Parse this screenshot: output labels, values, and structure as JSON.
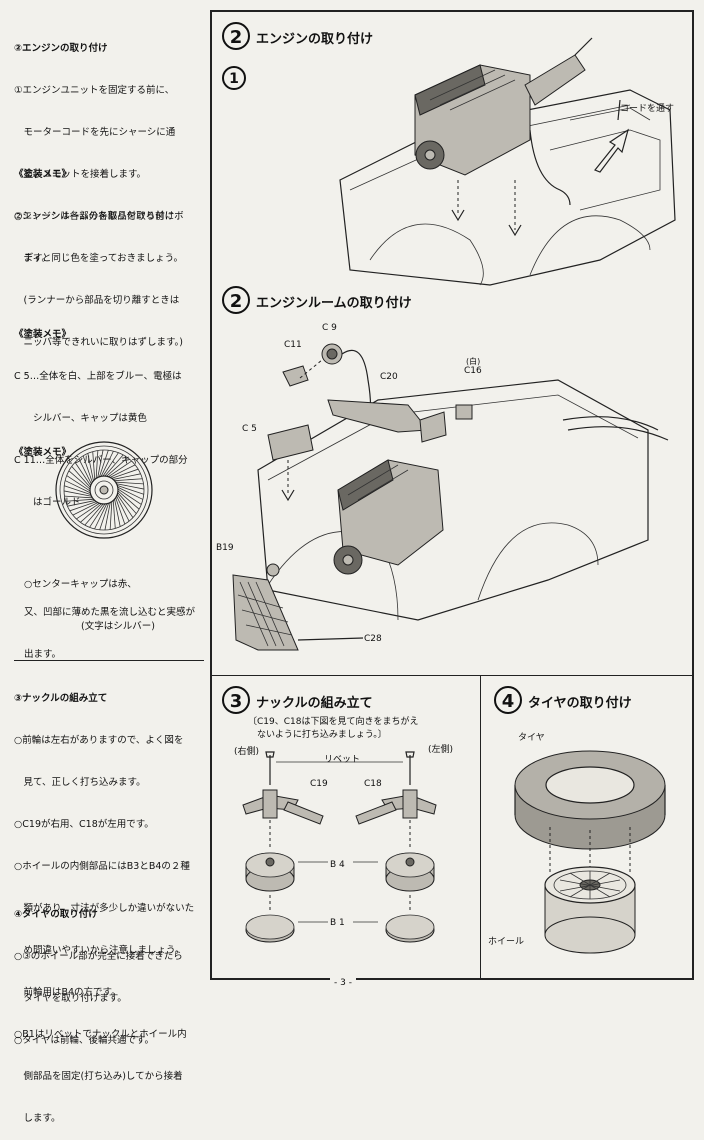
{
  "left_notes": {
    "engine": {
      "title": "②エンジンの取り付け",
      "lines": [
        "①エンジンユニットを固定する前に、",
        "　モーターコードを先にシャーシに通",
        "　し、ユニットを接着します。",
        "②エンジンルームの各部品を取り付け",
        "　ます。",
        "　(ランナーから部品を切り離すときは",
        "　ニッパ等できれいに取りはずします。)"
      ]
    },
    "paint1": {
      "title": "《塗装メモ》",
      "lines": [
        "○シャーシは各部分を取り付ける前にボ",
        "　ディと同じ色を塗っておきましょう。"
      ]
    },
    "paint2": {
      "title": "《塗装メモ》",
      "lines": [
        "C 5…全体を白、上部をブルー、電極は",
        "　　シルバー、キャップは黄色",
        "C 11…全体をシルバー、キャップの部分",
        "　　はゴールド"
      ]
    },
    "paint3": {
      "title": "《塗装メモ》",
      "lines": [
        "○センターキャップは赤、",
        "　　　　　　(文字はシルバー)",
        "又、凹部に薄めた黒を流し込むと実感が",
        "出ます。"
      ]
    },
    "knuckle": {
      "title": "③ナックルの組み立て",
      "lines": [
        "○前輪は左右がありますので、よく図を",
        "　見て、正しく打ち込みます。",
        "○C19が右用、C18が左用です。",
        "○ホイールの内側部品にはB3とB4の２種",
        "　類があり、寸法が多少しか違いがないた",
        "　め間違いやすいから注意しましょう。",
        "　前輪用はB4の方です。",
        "○B1はリベットでナックルとホイール内",
        "　側部品を固定(打ち込み)してから接着",
        "　します。"
      ]
    },
    "tire": {
      "title": "④タイヤの取り付け",
      "lines": [
        "○③のホイール部が完全に接着できたら",
        "　タイヤを取り付けます。",
        "○タイヤは前輪、後輪共通です。"
      ]
    }
  },
  "steps": {
    "s2a": {
      "num": "2",
      "title": "エンジンの取り付け",
      "sub": "1",
      "cord_label": "コードを通す"
    },
    "s2b": {
      "num": "2",
      "title": "エンジンルームの取り付け",
      "parts": {
        "c9": "C 9",
        "c11": "C11",
        "c20": "C20",
        "c16": "C16",
        "c16_note": "(白)",
        "c5": "C 5",
        "b19": "B19",
        "c28": "C28"
      }
    },
    "s3": {
      "num": "3",
      "title": "ナックルの組み立て",
      "note": "〔C19、C18は下図を見て向きをまちがえ\n　ないように打ち込みましょう。〕",
      "right_side": "(右側)",
      "left_side": "(左側)",
      "rivet": "リベット",
      "c19": "C19",
      "c18": "C18",
      "b4": "B 4",
      "b1": "B 1"
    },
    "s4": {
      "num": "4",
      "title": "タイヤの取り付け",
      "tire": "タイヤ",
      "wheel": "ホイール"
    }
  },
  "page_number": "- 3 -"
}
